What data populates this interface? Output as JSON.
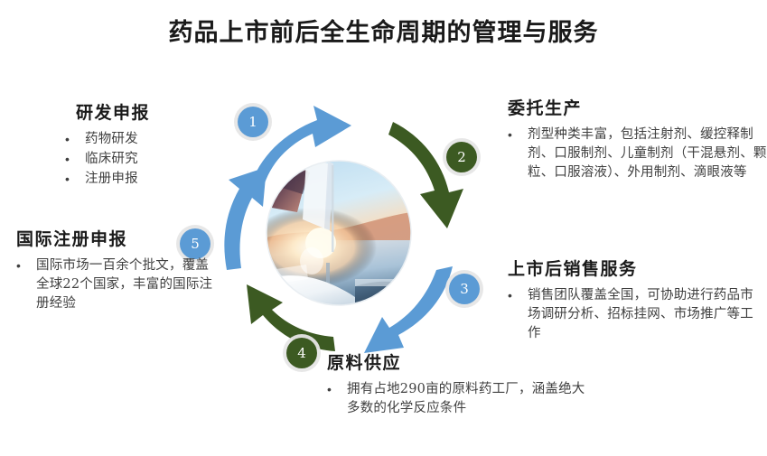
{
  "slide": {
    "title": "药品上市前后全生命周期的管理与服务",
    "background": "#ffffff"
  },
  "colors": {
    "blue": "#5B9BD5",
    "green": "#3C5A22",
    "heading_text": "#1a1a1a",
    "body_text": "#3f3f3f",
    "badge_ring": "#e6e6e6"
  },
  "cycle": {
    "center_image": "sailboat-sunset-photo",
    "arrows": [
      {
        "step": "1",
        "color": "#5B9BD5",
        "direction": "clockwise-top-left-to-top-right"
      },
      {
        "step": "2",
        "color": "#3C5A22",
        "direction": "clockwise-top-right-to-right"
      },
      {
        "step": "3",
        "color": "#5B9BD5",
        "direction": "clockwise-right-to-bottom-right"
      },
      {
        "step": "4",
        "color": "#3C5A22",
        "direction": "clockwise-bottom-to-bottom-left"
      },
      {
        "step": "5",
        "color": "#5B9BD5",
        "direction": "clockwise-left-to-top-left"
      }
    ],
    "badges": [
      {
        "number": "1",
        "color": "#5B9BD5"
      },
      {
        "number": "2",
        "color": "#3C5A22"
      },
      {
        "number": "3",
        "color": "#5B9BD5"
      },
      {
        "number": "4",
        "color": "#3C5A22"
      },
      {
        "number": "5",
        "color": "#5B9BD5"
      }
    ]
  },
  "sections": {
    "rd": {
      "heading": "研发申报",
      "bullet_marker": "•",
      "bullets": [
        "药物研发",
        "临床研究",
        "注册申报"
      ]
    },
    "cmo": {
      "heading": "委托生产",
      "bullet_marker": "•",
      "bullets": [
        "剂型种类丰富，包括注射剂、缓控释制剂、口服制剂、儿童制剂（干混悬剂、颗粒、口服溶液）、外用制剂、滴眼液等"
      ]
    },
    "sales": {
      "heading": "上市后销售服务",
      "bullet_marker": "•",
      "bullets": [
        "销售团队覆盖全国，可协助进行药品市场调研分析、招标挂网、市场推广等工作"
      ]
    },
    "api": {
      "heading": "原料供应",
      "bullet_marker": "•",
      "bullets": [
        "拥有占地290亩的原料药工厂，涵盖绝大多数的化学反应条件"
      ]
    },
    "intl": {
      "heading": "国际注册申报",
      "bullet_marker": "•",
      "bullets": [
        "国际市场一百余个批文，覆盖全球22个国家，丰富的国际注册经验"
      ]
    }
  }
}
